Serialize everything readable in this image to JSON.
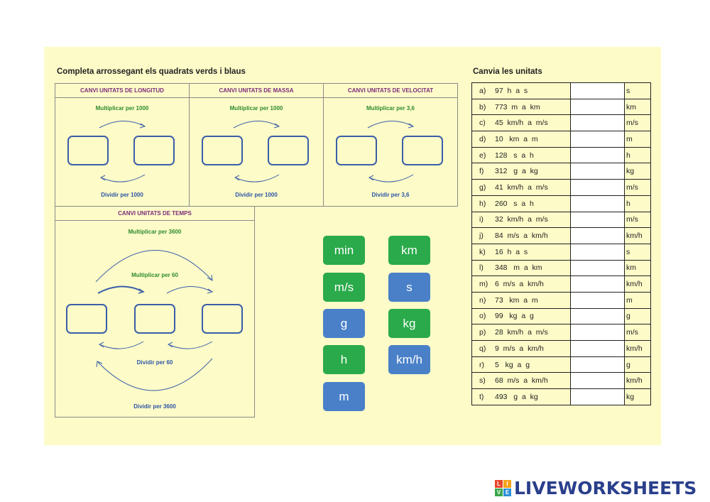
{
  "left_title": "Completa arrossegant els quadrats verds i blaus",
  "right_title": "Canvia les unitats",
  "panels": {
    "longitud": {
      "title": "CANVI UNITATS DE LONGITUD",
      "top": "Multiplicar per 1000",
      "bottom": "Dividir per 1000"
    },
    "massa": {
      "title": "CANVI UNITATS DE MASSA",
      "top": "Multiplicar per 1000",
      "bottom": "Dividir per 1000"
    },
    "velocitat": {
      "title": "CANVI UNITATS DE VELOCITAT",
      "top": "Multiplicar per 3,6",
      "bottom": "Dividir per 3,6"
    },
    "temps": {
      "title": "CANVI UNITATS DE TEMPS",
      "top": "Multiplicar per 3600",
      "mid_top": "Multiplicar per 60",
      "mid_bottom": "Dividir per 60",
      "bottom": "Dividir per 3600"
    }
  },
  "tiles": [
    {
      "label": "min",
      "color": "green"
    },
    {
      "label": "km",
      "color": "green"
    },
    {
      "label": "m/s",
      "color": "green"
    },
    {
      "label": "s",
      "color": "blue"
    },
    {
      "label": "g",
      "color": "blue"
    },
    {
      "label": "kg",
      "color": "green"
    },
    {
      "label": "h",
      "color": "green"
    },
    {
      "label": "km/h",
      "color": "blue"
    },
    {
      "label": "m",
      "color": "blue"
    }
  ],
  "conversions": [
    {
      "letter": "a)",
      "question": "97  h  a  s",
      "unit": "s"
    },
    {
      "letter": "b)",
      "question": "773  m  a  km",
      "unit": "km"
    },
    {
      "letter": "c)",
      "question": "45  km/h  a  m/s",
      "unit": "m/s"
    },
    {
      "letter": "d)",
      "question": "10   km  a  m",
      "unit": "m"
    },
    {
      "letter": "e)",
      "question": "128   s  a  h",
      "unit": "h"
    },
    {
      "letter": "f)",
      "question": "312   g  a  kg",
      "unit": "kg"
    },
    {
      "letter": "g)",
      "question": "41  km/h  a  m/s",
      "unit": "m/s"
    },
    {
      "letter": "h)",
      "question": "260   s  a  h",
      "unit": "h"
    },
    {
      "letter": "i)",
      "question": "32  km/h  a  m/s",
      "unit": "m/s"
    },
    {
      "letter": "j)",
      "question": "84  m/s  a  km/h",
      "unit": "km/h"
    },
    {
      "letter": "k)",
      "question": "16  h  a  s",
      "unit": "s"
    },
    {
      "letter": "l)",
      "question": "348   m  a  km",
      "unit": "km"
    },
    {
      "letter": "m)",
      "question": "6  m/s  a  km/h",
      "unit": "km/h"
    },
    {
      "letter": "n)",
      "question": "73   km  a  m",
      "unit": "m"
    },
    {
      "letter": "o)",
      "question": "99   kg  a  g",
      "unit": "g"
    },
    {
      "letter": "p)",
      "question": "28  km/h  a  m/s",
      "unit": "m/s"
    },
    {
      "letter": "q)",
      "question": "9  m/s  a  km/h",
      "unit": "km/h"
    },
    {
      "letter": "r)",
      "question": "5   kg  a  g",
      "unit": "g"
    },
    {
      "letter": "s)",
      "question": "68  m/s  a  km/h",
      "unit": "km/h"
    },
    {
      "letter": "t)",
      "question": "493   g  a  kg",
      "unit": "kg"
    }
  ],
  "logo": {
    "squares": [
      "L",
      "I",
      "V",
      "E"
    ],
    "text": "LIVEWORKSHEETS"
  },
  "colors": {
    "tile_green": "#2aaa4a",
    "tile_blue": "#4a80c8",
    "sheet_bg": "#fdfbc8",
    "logo": "#2a3f8c"
  }
}
